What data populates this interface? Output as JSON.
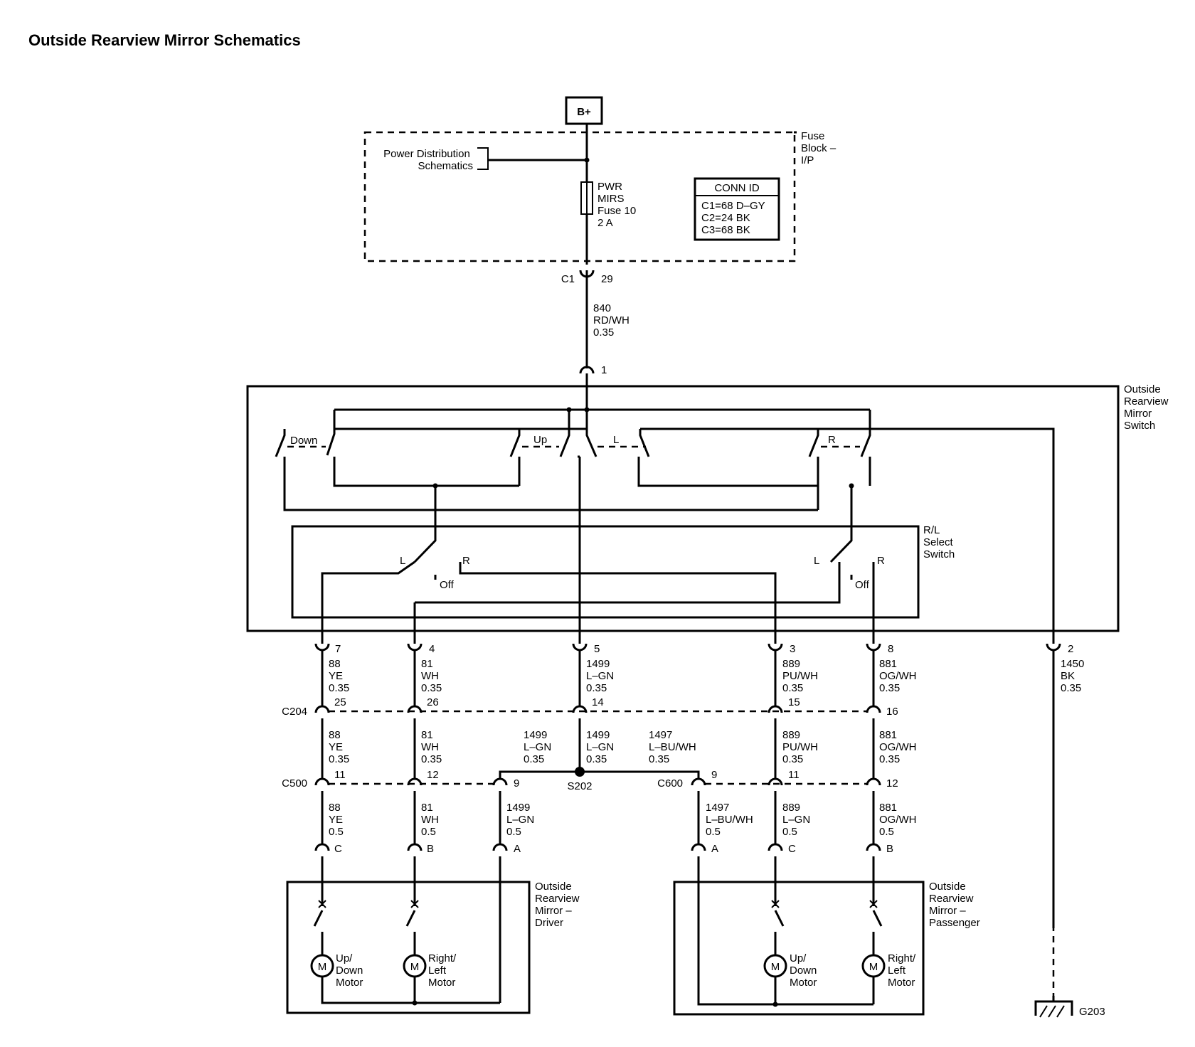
{
  "title": "Outside Rearview Mirror Schematics",
  "power": {
    "label": "B+"
  },
  "fuse_block": {
    "name_lines": [
      "Fuse",
      "Block –",
      "I/P"
    ],
    "ref_lines": [
      "Power Distribution",
      "Schematics"
    ],
    "fuse_lines": [
      "PWR",
      "MIRS",
      "Fuse 10",
      "2 A"
    ],
    "conn_id": {
      "header": "CONN ID",
      "rows": [
        "C1=68 D–GY",
        "C2=24 BK",
        "C3=68 BK"
      ]
    },
    "connector": {
      "name": "C1",
      "pin": "29"
    }
  },
  "supply_wire": {
    "circuit": "840",
    "color": "RD/WH",
    "size": "0.35"
  },
  "switch": {
    "name_lines": [
      "Outside",
      "Rearview",
      "Mirror",
      "Switch"
    ],
    "input_pin": "1",
    "labels": {
      "down": "Down",
      "up": "Up",
      "l": "L",
      "r": "R"
    },
    "select": {
      "name_lines": [
        "R/L",
        "Select",
        "Switch"
      ],
      "left": {
        "l": "L",
        "r": "R",
        "off": "Off"
      },
      "right": {
        "l": "L",
        "r": "R",
        "off": "Off"
      }
    }
  },
  "switch_pins": [
    {
      "pin": "7",
      "circuit": "88",
      "color": "YE",
      "size": "0.35"
    },
    {
      "pin": "4",
      "circuit": "81",
      "color": "WH",
      "size": "0.35"
    },
    {
      "pin": "5",
      "circuit": "1499",
      "color": "L–GN",
      "size": "0.35"
    },
    {
      "pin": "3",
      "circuit": "889",
      "color": "PU/WH",
      "size": "0.35"
    },
    {
      "pin": "8",
      "circuit": "881",
      "color": "OG/WH",
      "size": "0.35"
    },
    {
      "pin": "2",
      "circuit": "1450",
      "color": "BK",
      "size": "0.35"
    }
  ],
  "c204": {
    "name": "C204",
    "pins": [
      "25",
      "26",
      "14",
      "15",
      "16"
    ],
    "wires": [
      {
        "circuit": "88",
        "color": "YE",
        "size": "0.35"
      },
      {
        "circuit": "81",
        "color": "WH",
        "size": "0.35"
      },
      {
        "circuit": "1499",
        "color": "L–GN",
        "size": "0.35"
      },
      {
        "circuit": "889",
        "color": "PU/WH",
        "size": "0.35"
      },
      {
        "circuit": "881",
        "color": "OG/WH",
        "size": "0.35"
      }
    ],
    "branch_left": {
      "circuit": "1499",
      "color": "L–GN",
      "size": "0.35"
    },
    "branch_right": {
      "circuit": "1497",
      "color": "L–BU/WH",
      "size": "0.35"
    }
  },
  "splice": {
    "name": "S202"
  },
  "c500": {
    "name": "C500",
    "pins": [
      "11",
      "12",
      "9"
    ],
    "wires": [
      {
        "circuit": "88",
        "color": "YE",
        "size": "0.5"
      },
      {
        "circuit": "81",
        "color": "WH",
        "size": "0.5"
      },
      {
        "circuit": "1499",
        "color": "L–GN",
        "size": "0.5"
      }
    ]
  },
  "c600": {
    "name": "C600",
    "pins": [
      "9",
      "11",
      "12"
    ],
    "wires": [
      {
        "circuit": "1497",
        "color": "L–BU/WH",
        "size": "0.5"
      },
      {
        "circuit": "889",
        "color": "L–GN",
        "size": "0.5"
      },
      {
        "circuit": "881",
        "color": "OG/WH",
        "size": "0.5"
      }
    ]
  },
  "driver_mirror": {
    "name_lines": [
      "Outside",
      "Rearview",
      "Mirror –",
      "Driver"
    ],
    "pins": [
      "C",
      "B",
      "A"
    ],
    "motor_symbol": "M",
    "motor1_lines": [
      "Up/",
      "Down",
      "Motor"
    ],
    "motor2_lines": [
      "Right/",
      "Left",
      "Motor"
    ]
  },
  "passenger_mirror": {
    "name_lines": [
      "Outside",
      "Rearview",
      "Mirror –",
      "Passenger"
    ],
    "pins": [
      "A",
      "C",
      "B"
    ],
    "motor_symbol": "M",
    "motor1_lines": [
      "Up/",
      "Down",
      "Motor"
    ],
    "motor2_lines": [
      "Right/",
      "Left",
      "Motor"
    ]
  },
  "ground": {
    "name": "G203"
  }
}
